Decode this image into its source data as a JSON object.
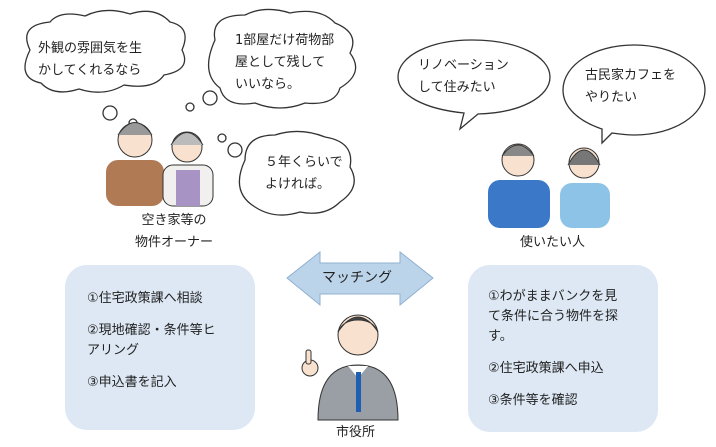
{
  "owner_thoughts": [
    {
      "lines": [
        "外観の雰囲気を生",
        "かしてくれるなら"
      ]
    },
    {
      "lines": [
        "1部屋だけ荷物部",
        "屋として残して",
        "いいなら。"
      ]
    },
    {
      "lines": [
        "５年くらいで",
        "よければ。"
      ]
    }
  ],
  "user_speech": [
    {
      "lines": [
        "リノベーション",
        "して住みたい"
      ]
    },
    {
      "lines": [
        "古民家カフェを",
        "やりたい"
      ]
    }
  ],
  "owner_label": [
    "空き家等の",
    "物件オーナー"
  ],
  "user_label": "使いたい人",
  "official_label": "市役所",
  "matching_label": "マッチング",
  "owner_steps": [
    "①住宅政策課へ相談",
    "②現地確認・条件等ヒ\nアリング",
    "③申込書を記入"
  ],
  "user_steps": [
    "①わがままバンクを見\nて条件に合う物件を探\nす。",
    "②住宅政策課へ申込",
    "③条件等を確認"
  ],
  "colors": {
    "box": "#dde8f4",
    "arrow": "#bcd4ea",
    "arrow_stroke": "#8fb0d0"
  }
}
